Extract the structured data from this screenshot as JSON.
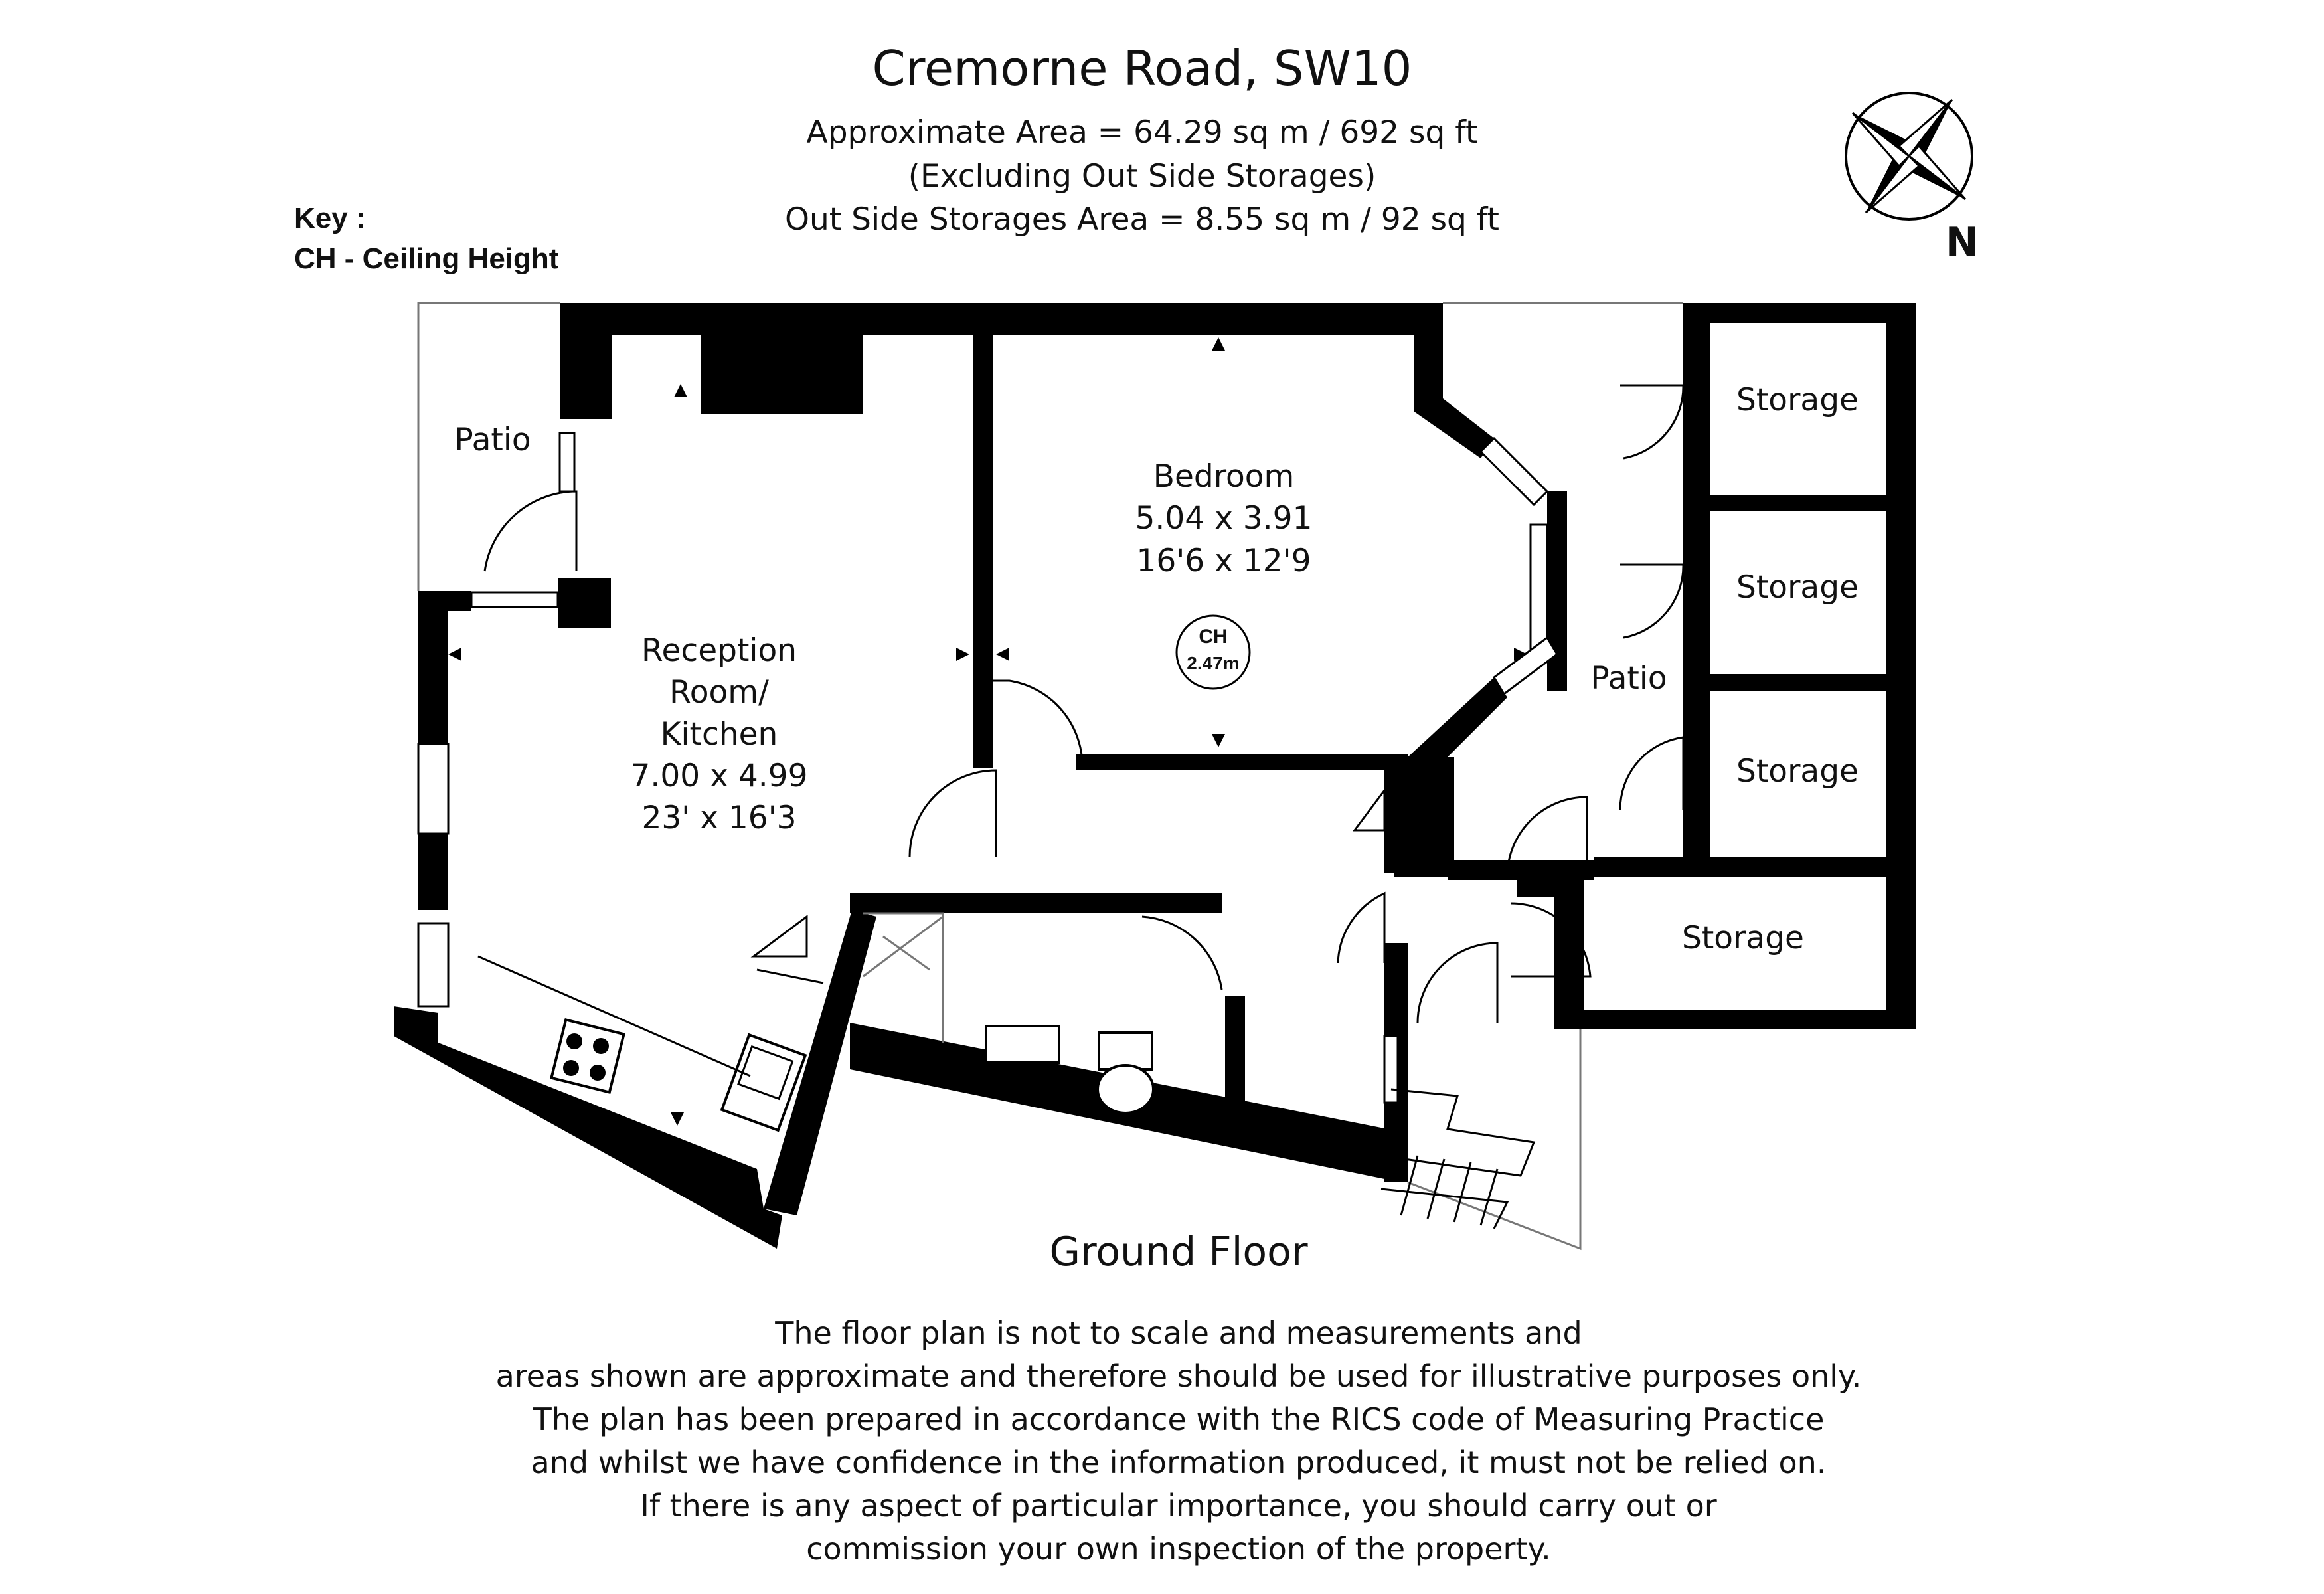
{
  "header": {
    "title": "Cremorne Road, SW10",
    "area_line": "Approximate Area =  64.29 sq m / 692 sq ft",
    "excluding_line": "(Excluding Out Side Storages)",
    "storage_area_line": "Out Side Storages Area =  8.55 sq m / 92 sq ft"
  },
  "key": {
    "heading": "Key :",
    "entry": "CH - Ceiling Height"
  },
  "compass": {
    "label": "N",
    "icon": "compass-star-icon"
  },
  "rooms": {
    "reception": {
      "line1": "Reception",
      "line2": "Room/",
      "line3": "Kitchen",
      "metric": "7.00 x 4.99",
      "imperial": "23' x 16'3"
    },
    "bedroom": {
      "name": "Bedroom",
      "metric": "5.04 x 3.91",
      "imperial": "16'6 x 12'9"
    },
    "patio_left": "Patio",
    "patio_right": "Patio",
    "storage_1": "Storage",
    "storage_2": "Storage",
    "storage_3": "Storage",
    "storage_4": "Storage"
  },
  "ceiling_height": {
    "code": "CH",
    "value": "2.47m"
  },
  "floor_label": "Ground Floor",
  "disclaimer": [
    "The floor plan is not to scale and measurements and",
    "areas shown are approximate and therefore should be used for illustrative purposes only.",
    "The plan has been prepared in accordance with the RICS code of Measuring Practice",
    "and whilst we have confidence in the information produced, it must not be relied on.",
    "If there is any aspect of particular importance, you should carry out or",
    "commission your own inspection of the property."
  ],
  "colors": {
    "wall": "#000000",
    "background": "#ffffff",
    "outline": "#777777"
  }
}
